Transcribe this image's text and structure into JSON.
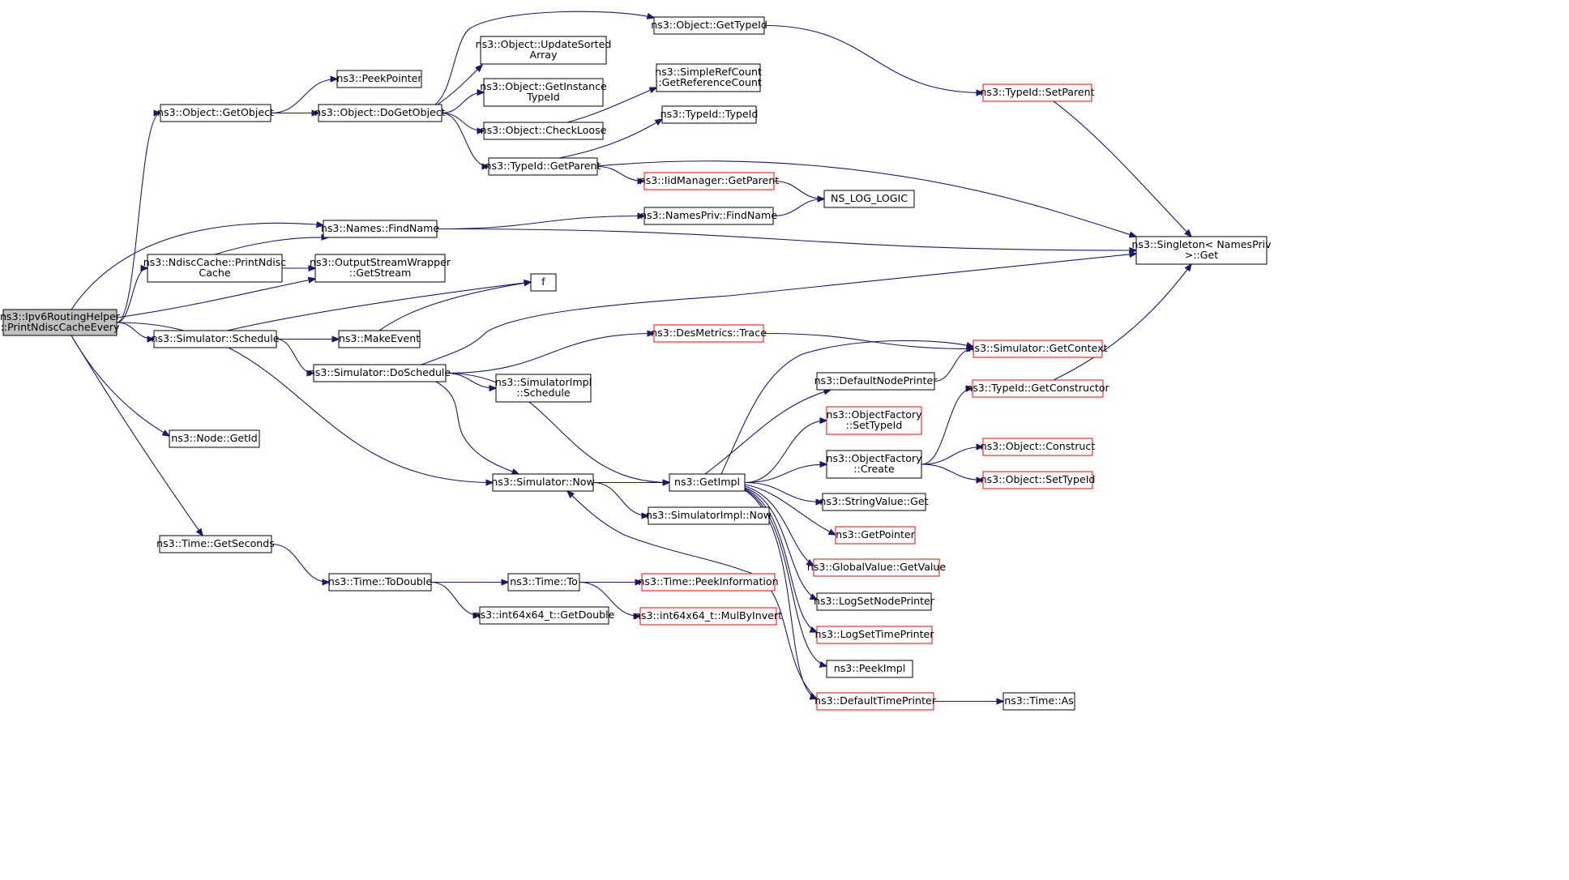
{
  "colors": {
    "edge": "#191970",
    "box_border": "#000000",
    "box_border_partial": "#ff0000",
    "box_fill": "#ffffff",
    "root_fill": "#bfbfbf"
  },
  "nodes": [
    {
      "id": "root",
      "lines": [
        "ns3::Ipv6RoutingHelper",
        "::PrintNdiscCacheEvery"
      ],
      "style": "root"
    },
    {
      "id": "getobject",
      "lines": [
        "ns3::Object::GetObject"
      ],
      "style": "normal"
    },
    {
      "id": "peekpointer",
      "lines": [
        "ns3::PeekPointer"
      ],
      "style": "normal"
    },
    {
      "id": "dogetobject",
      "lines": [
        "ns3::Object::DoGetObject"
      ],
      "style": "normal"
    },
    {
      "id": "gettypeid",
      "lines": [
        "ns3::Object::GetTypeId"
      ],
      "style": "normal"
    },
    {
      "id": "updatesorted",
      "lines": [
        "ns3::Object::UpdateSorted",
        "Array"
      ],
      "style": "normal"
    },
    {
      "id": "getinstance",
      "lines": [
        "ns3::Object::GetInstance",
        "TypeId"
      ],
      "style": "normal"
    },
    {
      "id": "checkloose",
      "lines": [
        "ns3::Object::CheckLoose"
      ],
      "style": "normal"
    },
    {
      "id": "typeidgetparent",
      "lines": [
        "ns3::TypeId::GetParent"
      ],
      "style": "normal"
    },
    {
      "id": "simplerefcount",
      "lines": [
        "ns3::SimpleRefCount",
        "::GetReferenceCount"
      ],
      "style": "normal"
    },
    {
      "id": "typeidtypeid",
      "lines": [
        "ns3::TypeId::TypeId"
      ],
      "style": "normal"
    },
    {
      "id": "typeidsetparent",
      "lines": [
        "ns3::TypeId::SetParent"
      ],
      "style": "partial"
    },
    {
      "id": "iidmanager",
      "lines": [
        "ns3::IidManager::GetParent"
      ],
      "style": "partial"
    },
    {
      "id": "nslogic",
      "lines": [
        "NS_LOG_LOGIC"
      ],
      "style": "normal"
    },
    {
      "id": "namesfindname",
      "lines": [
        "ns3::Names::FindName"
      ],
      "style": "normal"
    },
    {
      "id": "namesprivfindname",
      "lines": [
        "ns3::NamesPriv::FindName"
      ],
      "style": "normal"
    },
    {
      "id": "singleton",
      "lines": [
        "ns3::Singleton< NamesPriv",
        ">::Get"
      ],
      "style": "normal"
    },
    {
      "id": "ndisccache",
      "lines": [
        "ns3::NdiscCache::PrintNdisc",
        "Cache"
      ],
      "style": "normal"
    },
    {
      "id": "outputstream",
      "lines": [
        "ns3::OutputStreamWrapper",
        "::GetStream"
      ],
      "style": "normal"
    },
    {
      "id": "f",
      "lines": [
        "f"
      ],
      "style": "normal"
    },
    {
      "id": "simschedule",
      "lines": [
        "ns3::Simulator::Schedule"
      ],
      "style": "normal"
    },
    {
      "id": "makeevent",
      "lines": [
        "ns3::MakeEvent"
      ],
      "style": "normal"
    },
    {
      "id": "desmetrics",
      "lines": [
        "ns3::DesMetrics::Trace"
      ],
      "style": "partial"
    },
    {
      "id": "getcontext",
      "lines": [
        "ns3::Simulator::GetContext"
      ],
      "style": "partial"
    },
    {
      "id": "doschedule",
      "lines": [
        "ns3::Simulator::DoSchedule"
      ],
      "style": "normal"
    },
    {
      "id": "simimplschedule",
      "lines": [
        "ns3::SimulatorImpl",
        "::Schedule"
      ],
      "style": "normal"
    },
    {
      "id": "defaultnodeprinter",
      "lines": [
        "ns3::DefaultNodePrinter"
      ],
      "style": "normal"
    },
    {
      "id": "getconstructor",
      "lines": [
        "ns3::TypeId::GetConstructor"
      ],
      "style": "partial"
    },
    {
      "id": "ofsettypeid",
      "lines": [
        "ns3::ObjectFactory",
        "::SetTypeId"
      ],
      "style": "partial"
    },
    {
      "id": "nodegetid",
      "lines": [
        "ns3::Node::GetId"
      ],
      "style": "normal"
    },
    {
      "id": "ofcreate",
      "lines": [
        "ns3::ObjectFactory",
        "::Create"
      ],
      "style": "normal"
    },
    {
      "id": "objconstruct",
      "lines": [
        "ns3::Object::Construct"
      ],
      "style": "partial"
    },
    {
      "id": "simnow",
      "lines": [
        "ns3::Simulator::Now"
      ],
      "style": "normal"
    },
    {
      "id": "getimpl",
      "lines": [
        "ns3::GetImpl"
      ],
      "style": "normal"
    },
    {
      "id": "objsettypeid",
      "lines": [
        "ns3::Object::SetTypeId"
      ],
      "style": "partial"
    },
    {
      "id": "stringvalueget",
      "lines": [
        "ns3::StringValue::Get"
      ],
      "style": "normal"
    },
    {
      "id": "simimplnow",
      "lines": [
        "ns3::SimulatorImpl::Now"
      ],
      "style": "normal"
    },
    {
      "id": "getpointer",
      "lines": [
        "ns3::GetPointer"
      ],
      "style": "partial"
    },
    {
      "id": "timegetseconds",
      "lines": [
        "ns3::Time::GetSeconds"
      ],
      "style": "normal"
    },
    {
      "id": "globalvalue",
      "lines": [
        "ns3::GlobalValue::GetValue"
      ],
      "style": "partial"
    },
    {
      "id": "timetodouble",
      "lines": [
        "ns3::Time::ToDouble"
      ],
      "style": "normal"
    },
    {
      "id": "timeto",
      "lines": [
        "ns3::Time::To"
      ],
      "style": "normal"
    },
    {
      "id": "peekinformation",
      "lines": [
        "ns3::Time::PeekInformation"
      ],
      "style": "partial"
    },
    {
      "id": "logsetnodeprinter",
      "lines": [
        "ns3::LogSetNodePrinter"
      ],
      "style": "normal"
    },
    {
      "id": "getdouble",
      "lines": [
        "ns3::int64x64_t::GetDouble"
      ],
      "style": "normal"
    },
    {
      "id": "mulbyinvert",
      "lines": [
        "ns3::int64x64_t::MulByInvert"
      ],
      "style": "partial"
    },
    {
      "id": "logsettimeprinter",
      "lines": [
        "ns3::LogSetTimePrinter"
      ],
      "style": "partial"
    },
    {
      "id": "peekimpl",
      "lines": [
        "ns3::PeekImpl"
      ],
      "style": "normal"
    },
    {
      "id": "defaulttimeprinter",
      "lines": [
        "ns3::DefaultTimePrinter"
      ],
      "style": "partial"
    },
    {
      "id": "timeas",
      "lines": [
        "ns3::Time::As"
      ],
      "style": "normal"
    }
  ],
  "edges": [
    [
      "root",
      "getobject"
    ],
    [
      "root",
      "namesfindname"
    ],
    [
      "root",
      "ndisccache"
    ],
    [
      "root",
      "outputstream"
    ],
    [
      "root",
      "simschedule"
    ],
    [
      "root",
      "nodegetid"
    ],
    [
      "root",
      "simnow"
    ],
    [
      "root",
      "timegetseconds"
    ],
    [
      "getobject",
      "peekpointer"
    ],
    [
      "getobject",
      "dogetobject"
    ],
    [
      "dogetobject",
      "gettypeid"
    ],
    [
      "dogetobject",
      "updatesorted"
    ],
    [
      "dogetobject",
      "getinstance"
    ],
    [
      "dogetobject",
      "checkloose"
    ],
    [
      "dogetobject",
      "typeidgetparent"
    ],
    [
      "gettypeid",
      "typeidsetparent"
    ],
    [
      "typeidsetparent",
      "singleton"
    ],
    [
      "checkloose",
      "simplerefcount"
    ],
    [
      "typeidgetparent",
      "typeidtypeid"
    ],
    [
      "typeidgetparent",
      "iidmanager"
    ],
    [
      "typeidgetparent",
      "singleton"
    ],
    [
      "iidmanager",
      "nslogic"
    ],
    [
      "namesprivfindname",
      "nslogic"
    ],
    [
      "namesfindname",
      "namesprivfindname"
    ],
    [
      "namesfindname",
      "singleton"
    ],
    [
      "ndisccache",
      "namesfindname"
    ],
    [
      "ndisccache",
      "outputstream"
    ],
    [
      "simschedule",
      "f"
    ],
    [
      "simschedule",
      "makeevent"
    ],
    [
      "simschedule",
      "doschedule"
    ],
    [
      "makeevent",
      "f"
    ],
    [
      "doschedule",
      "singleton"
    ],
    [
      "doschedule",
      "desmetrics"
    ],
    [
      "doschedule",
      "simimplschedule"
    ],
    [
      "doschedule",
      "simnow"
    ],
    [
      "doschedule",
      "getimpl"
    ],
    [
      "desmetrics",
      "getcontext"
    ],
    [
      "simnow",
      "getimpl"
    ],
    [
      "simnow",
      "simimplnow"
    ],
    [
      "getimpl",
      "getcontext"
    ],
    [
      "getimpl",
      "defaultnodeprinter"
    ],
    [
      "getimpl",
      "ofsettypeid"
    ],
    [
      "getimpl",
      "ofcreate"
    ],
    [
      "getimpl",
      "stringvalueget"
    ],
    [
      "getimpl",
      "getpointer"
    ],
    [
      "getimpl",
      "globalvalue"
    ],
    [
      "getimpl",
      "logsetnodeprinter"
    ],
    [
      "getimpl",
      "logsettimeprinter"
    ],
    [
      "getimpl",
      "peekimpl"
    ],
    [
      "getimpl",
      "defaulttimeprinter"
    ],
    [
      "defaultnodeprinter",
      "getcontext"
    ],
    [
      "ofcreate",
      "getconstructor"
    ],
    [
      "ofcreate",
      "objconstruct"
    ],
    [
      "ofcreate",
      "objsettypeid"
    ],
    [
      "getconstructor",
      "singleton"
    ],
    [
      "defaulttimeprinter",
      "simnow"
    ],
    [
      "defaulttimeprinter",
      "timeas"
    ],
    [
      "timegetseconds",
      "timetodouble"
    ],
    [
      "timetodouble",
      "timeto"
    ],
    [
      "timetodouble",
      "getdouble"
    ],
    [
      "timeto",
      "peekinformation"
    ],
    [
      "timeto",
      "mulbyinvert"
    ]
  ]
}
